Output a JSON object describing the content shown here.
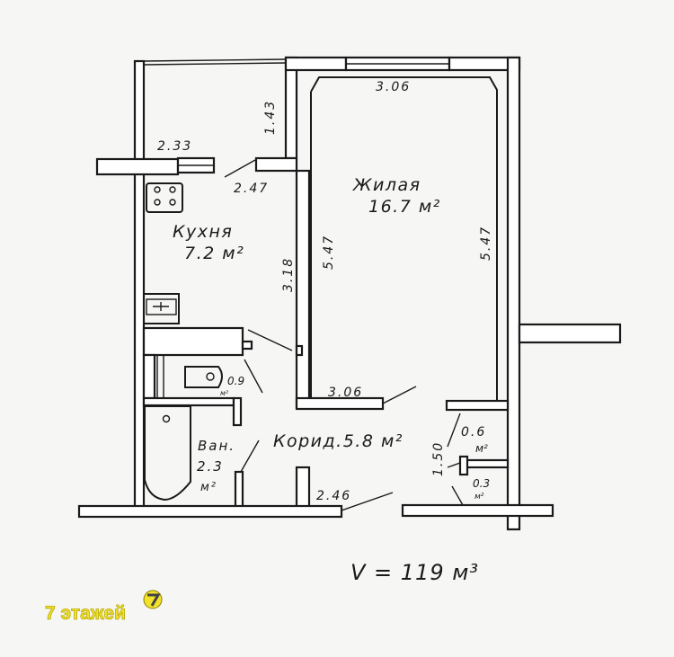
{
  "rooms": {
    "kitchen": {
      "name": "Кухня",
      "area": "7.2 м²"
    },
    "living": {
      "name": "Жилая",
      "area": "16.7 м²"
    },
    "corridor": {
      "label": "Корид.5.8 м²"
    },
    "bath": {
      "name": "Ван.",
      "area": "2.3",
      "unit": "м²"
    },
    "wc": {
      "area": "0.9",
      "unit": "м²"
    },
    "closet1": {
      "area": "0.6",
      "unit": "м²"
    },
    "closet2": {
      "area": "0.3",
      "unit": "м²"
    }
  },
  "dimensions": {
    "balcony_width": "2.33",
    "balcony_depth": "1.43",
    "kitchen_width": "2.47",
    "kitchen_length": "3.18",
    "living_top": "3.06",
    "living_bottom": "3.06",
    "living_left": "5.47",
    "living_right": "5.47",
    "corridor_width": "2.46",
    "corridor_depth": "1.50"
  },
  "volume": "V = 119 м³",
  "watermark": {
    "text": "7 этажей",
    "badge": "7",
    "color": "#f2e22c"
  }
}
